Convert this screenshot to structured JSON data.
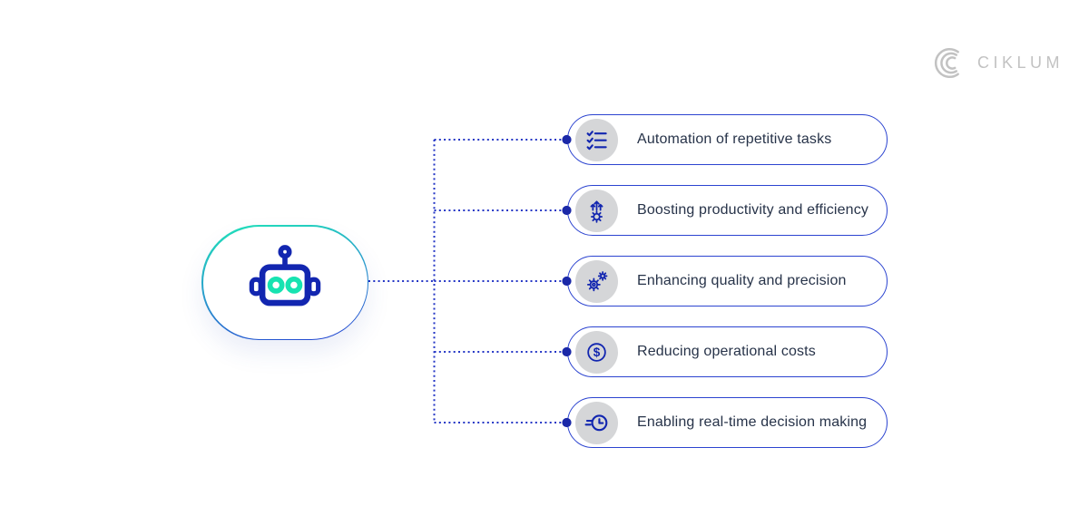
{
  "header": {
    "logo_text": "CIKLUM",
    "logo_mark": "ciklum-arcs-logo"
  },
  "center": {
    "icon": "robot-icon"
  },
  "items": [
    {
      "icon": "checklist-icon",
      "label": "Automation of repetitive tasks"
    },
    {
      "icon": "arrows-up-gear-icon",
      "label": "Boosting productivity and efficiency"
    },
    {
      "icon": "gears-icon",
      "label": "Enhancing quality and precision"
    },
    {
      "icon": "dollar-icon",
      "label": "Reducing operational costs",
      "icon_glyph": "$"
    },
    {
      "icon": "clock-speed-icon",
      "label": "Enabling real-time decision making"
    }
  ],
  "colors": {
    "blue": "#1226b0",
    "teal": "#17e3b1",
    "pill_border": "#2c44d0",
    "line": "#2335c5",
    "dot": "#1a28a8",
    "text": "#273349",
    "icon_bg": "#d5d6d8",
    "logo_gray": "#c2c2c2",
    "card_gradient_start": "#21dfba",
    "card_gradient_end": "#2344d2",
    "background": "#ffffff"
  }
}
